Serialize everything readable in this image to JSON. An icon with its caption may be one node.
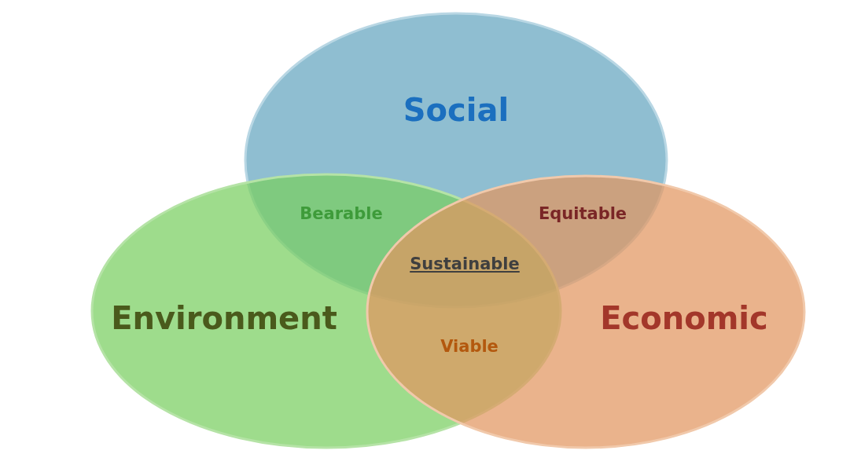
{
  "diagram": {
    "nodes": [
      {
        "text": [
          "Social"
        ]
      },
      {
        "text": [
          "Environment"
        ]
      },
      {
        "text": [
          "Economic"
        ]
      }
    ],
    "labels": [
      "Bearable",
      "Equitable",
      "Sustainable",
      "Viable"
    ]
  }
}
